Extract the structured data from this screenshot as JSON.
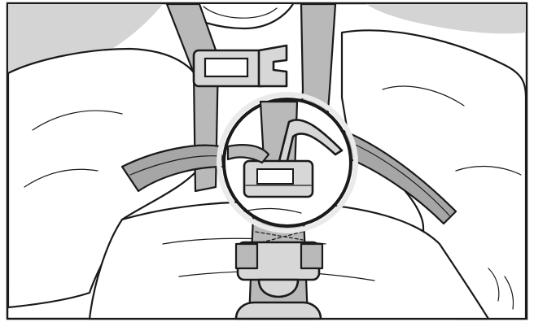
{
  "figure": {
    "colors": {
      "strap": "#b9b9b9",
      "buckle": "#d7d7d7",
      "seat": "#d4d4d4",
      "outline": "#1a1a1a",
      "background": "#ffffff"
    },
    "elements": [
      "harness-strap-left",
      "harness-strap-right",
      "chest-clip",
      "crotch-buckle",
      "magnifier-circle",
      "lap-belt"
    ]
  }
}
